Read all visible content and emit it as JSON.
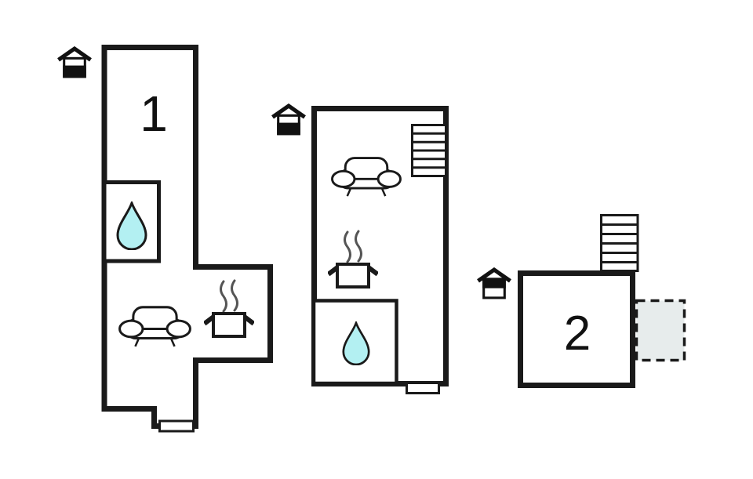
{
  "plan": {
    "title": "floor-plan",
    "units": [
      {
        "label": "1",
        "entrance_level": "ground-floor",
        "icons": [
          "entrance-icon",
          "water-drop-icon",
          "sofa-icon",
          "cooking-pot-icon",
          "window-marker"
        ]
      },
      {
        "label": "",
        "entrance_level": "ground-floor",
        "icons": [
          "entrance-icon",
          "stairs-icon",
          "sofa-icon",
          "cooking-pot-icon",
          "water-drop-icon",
          "window-marker"
        ]
      },
      {
        "label": "2",
        "entrance_level": "upper-floor",
        "icons": [
          "entrance-icon",
          "stairs-icon",
          "terrace-dashed-area"
        ]
      }
    ],
    "colors": {
      "wall": "#1a1a1a",
      "water_drop": "#b3f0f2",
      "terrace_fill": "#e7ecec",
      "steam": "#555555",
      "background": "#ffffff"
    }
  }
}
